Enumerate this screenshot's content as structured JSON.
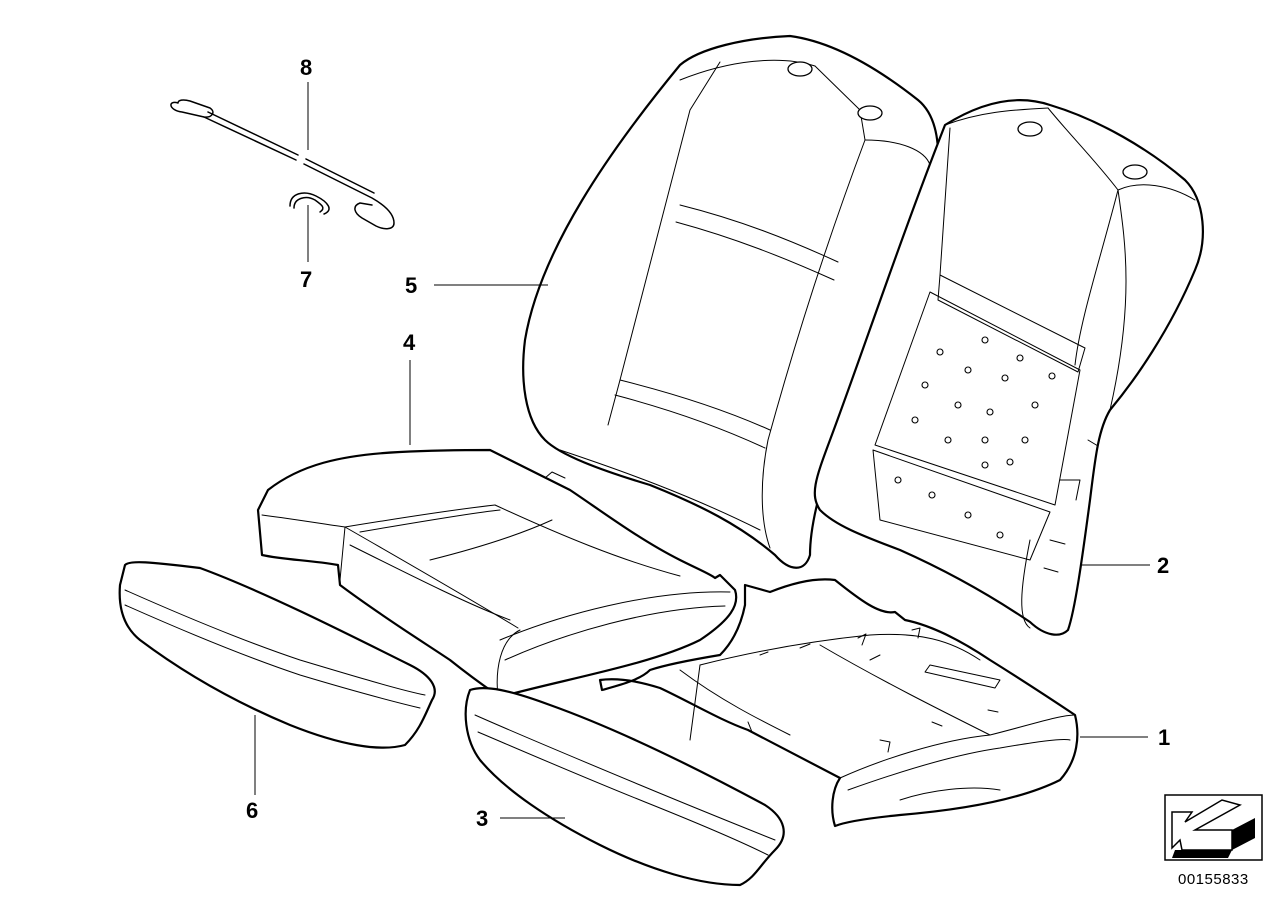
{
  "diagram": {
    "callouts": [
      {
        "id": "1",
        "label": "1"
      },
      {
        "id": "2",
        "label": "2"
      },
      {
        "id": "3",
        "label": "3"
      },
      {
        "id": "4",
        "label": "4"
      },
      {
        "id": "5",
        "label": "5"
      },
      {
        "id": "6",
        "label": "6"
      },
      {
        "id": "7",
        "label": "7"
      },
      {
        "id": "8",
        "label": "8"
      }
    ],
    "document_number": "00155833",
    "orientation_icon": "direction-arrow-icon"
  }
}
